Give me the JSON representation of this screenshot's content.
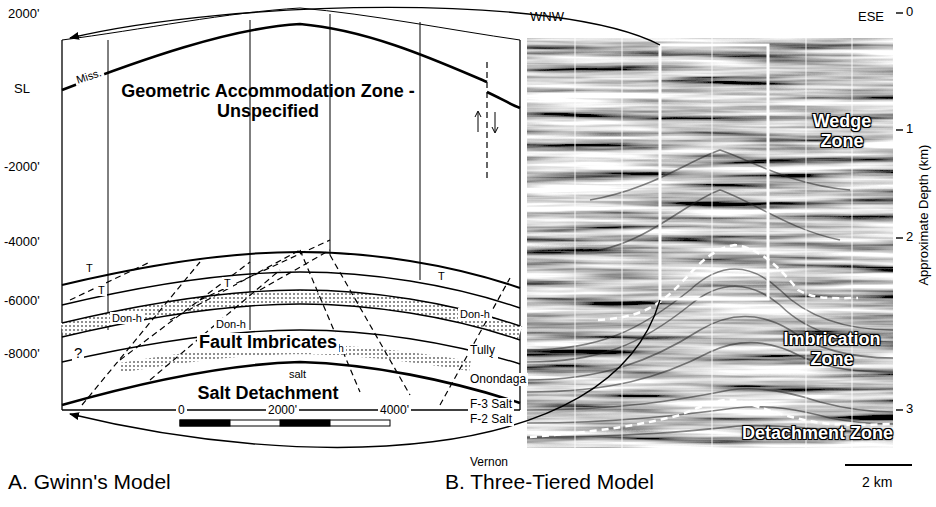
{
  "diagram": {
    "labels": [
      "2000'",
      "SL",
      "-2000'",
      "-4000'",
      "-6000'",
      "-8000'",
      "Miss.",
      "Geometric Accommodation Zone - Unspecified",
      "T",
      "T",
      "T",
      "T",
      "Don-h",
      "Don-h",
      "Don-h",
      "Don-h",
      "salt",
      "?",
      "?",
      "Fault Imbricates",
      "Salt Detachment",
      "0",
      "2000'",
      "4000'",
      "A. Gwinn's Model",
      "B. Three-Tiered Model",
      "WNW",
      "ESE",
      "0",
      "1",
      "2",
      "3",
      "Approximate Depth (km)",
      "Wedge Zone",
      "Imbrication Zone",
      "Detachment Zone",
      "Tully",
      "Onondaga",
      "F-3 Salt",
      "F-2 Salt",
      "Vernon",
      "2 km"
    ]
  }
}
